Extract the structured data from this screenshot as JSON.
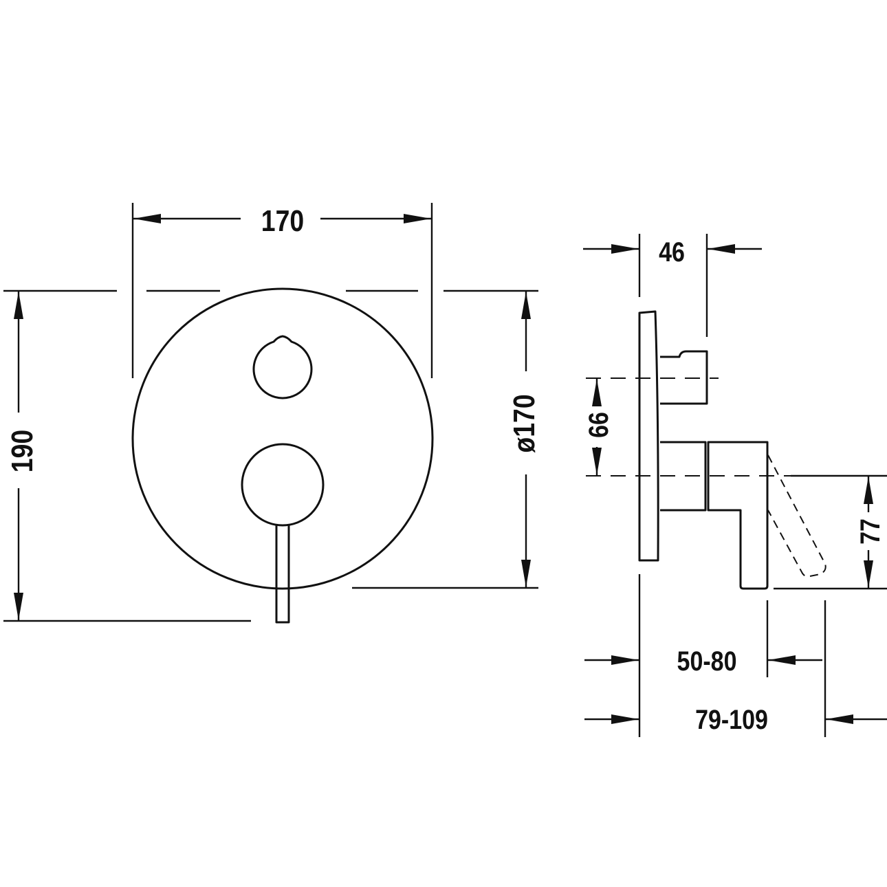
{
  "drawing": {
    "front_view": {
      "width_label": "170",
      "height_label": "190",
      "diameter_label": "ø170"
    },
    "side_view": {
      "depth_label": "46",
      "spacing_upper_label": "66",
      "spacing_lower_label": "77",
      "projection_label": "50-80",
      "total_projection_label": "79-109"
    },
    "line_color": "#111111"
  }
}
